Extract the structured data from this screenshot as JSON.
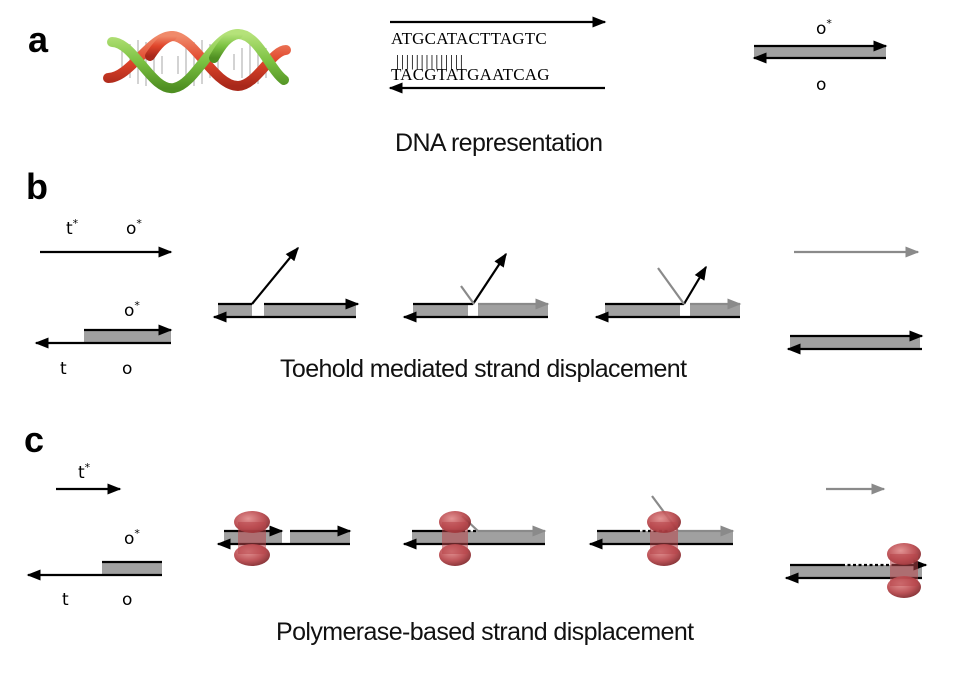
{
  "panels": {
    "a": {
      "letter": "a",
      "caption": "DNA representation",
      "seq_top": "ATGCATACTTAGTC",
      "seq_bars": "||||||||||||||",
      "seq_bottom": "TACGTATGAATCAG",
      "label_top": "o",
      "label_top_sup": "*",
      "label_bottom": "o"
    },
    "b": {
      "letter": "b",
      "caption": "Toehold mediated strand displacement",
      "label_t_star": "t",
      "label_o_star": "o",
      "label_o_star2": "o",
      "sup": "*",
      "label_t": "t",
      "label_o": "o"
    },
    "c": {
      "letter": "c",
      "caption": "Polymerase-based strand displacement",
      "label_t_star": "t",
      "label_o_star": "o",
      "sup": "*",
      "label_t": "t",
      "label_o": "o"
    }
  },
  "colors": {
    "strand": "#000000",
    "displaced_strand": "#8a8a8a",
    "duplex_fill": "#a0a0a0",
    "helix_green": "#7cc242",
    "helix_red": "#e0452b",
    "polymerase": "#b8454a"
  }
}
